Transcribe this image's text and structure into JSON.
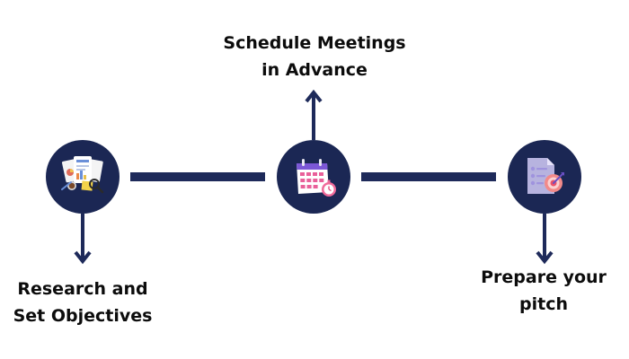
{
  "steps": [
    {
      "id": "research",
      "label_lines": [
        "Research and",
        "Set Objectives"
      ],
      "icon": "research-documents-icon"
    },
    {
      "id": "schedule",
      "label_lines": [
        "Schedule Meetings",
        "in Advance"
      ],
      "icon": "calendar-clock-icon"
    },
    {
      "id": "pitch",
      "label_lines": [
        "Prepare your",
        "pitch"
      ],
      "icon": "pitch-target-icon"
    }
  ],
  "colors": {
    "node": "#1b2754",
    "connector": "#1e2a5a",
    "text": "#0c0c0c"
  }
}
